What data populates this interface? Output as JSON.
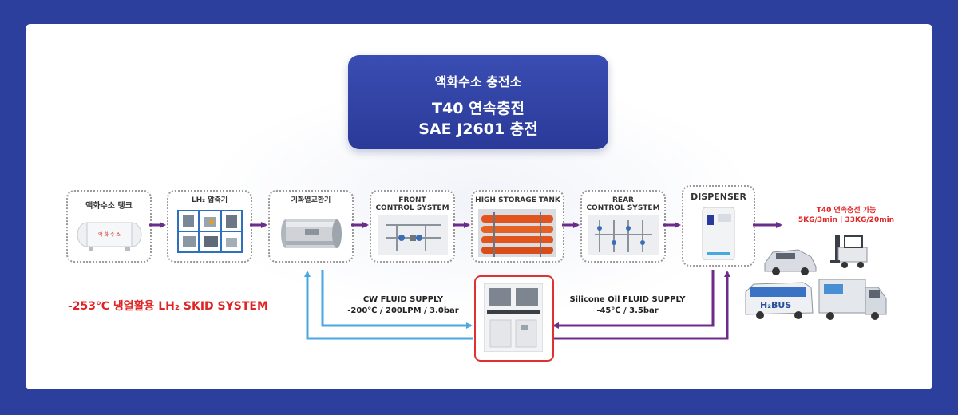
{
  "title": {
    "line1": "액화수소 충전소",
    "line2": "T40 연속충전",
    "line3": "SAE J2601 충전"
  },
  "steps": [
    {
      "label": "액화수소 탱크"
    },
    {
      "label": "LH₂ 압축기"
    },
    {
      "label": "기화열교환기"
    },
    {
      "label": "FRONT\nCONTROL SYSTEM"
    },
    {
      "label": "HIGH STORAGE TANK"
    },
    {
      "label": "REAR\nCONTROL SYSTEM"
    },
    {
      "label": "DISPENSER"
    }
  ],
  "tank_marking": "액 화 수 소",
  "t40_note": {
    "line1": "T40 연속충전 가능",
    "line2": "5KG/3min | 33KG/20min"
  },
  "skid_note": "-253℃ 냉열활용 LH₂  SKID SYSTEM",
  "cw_supply": {
    "line1": "CW FLUID SUPPLY",
    "line2": "-200℃ / 200LPM / 3.0bar"
  },
  "oil_supply": {
    "line1": "Silicone Oil FLUID SUPPLY",
    "line2": "-45℃ / 3.5bar"
  },
  "vehicles": {
    "bus_label": "H₂BUS"
  },
  "colors": {
    "background": "#2c3f9c",
    "title_box": "#2f42a6",
    "flow_arrow": "#6b2c8a",
    "cw_line": "#4aa8e0",
    "oil_line": "#6b2c8a",
    "accent_red": "#e02424"
  }
}
